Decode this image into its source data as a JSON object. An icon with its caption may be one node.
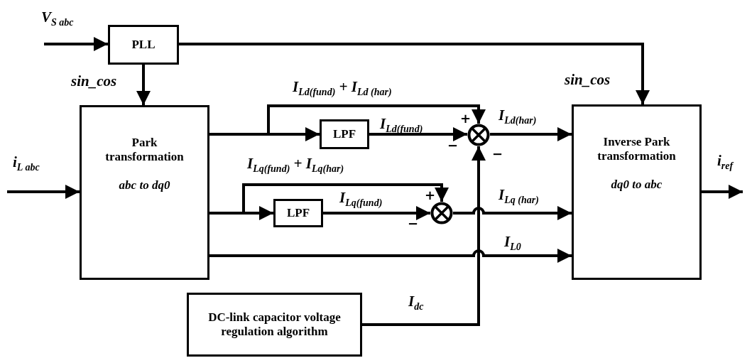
{
  "diagram": {
    "nodes": [
      {
        "text": [
          "PLL"
        ]
      },
      {
        "text": [
          "Park transformation",
          "abc to dq0"
        ]
      },
      {
        "text": [
          "LPF"
        ]
      },
      {
        "text": [],
        "shape": "circle"
      },
      {
        "text": [
          "LPF"
        ]
      },
      {
        "text": [],
        "shape": "circle"
      },
      {
        "text": [
          "Inverse Park transformation",
          "dq0 to abc"
        ]
      },
      {
        "text": [
          "DC-link capacitor voltage regulation algorithm"
        ]
      }
    ],
    "edges": [
      {
        "from": null,
        "to": 0,
        "arrow": "to",
        "label": "V$_{S abc}$"
      },
      {
        "from": 0,
        "to": 1,
        "arrow": "to",
        "label": "sin_cos"
      },
      {
        "from": 0,
        "to": 6,
        "arrow": "to",
        "label": "sin_cos"
      },
      {
        "from": null,
        "to": 1,
        "arrow": "to",
        "label": "i$_{L abc}$"
      },
      {
        "from": 1,
        "to": 2,
        "arrow": "to"
      },
      {
        "from": 1,
        "to": 3,
        "arrow": "to",
        "label": "I$_{Ld(fund)}$ + I$_{Ld (har)}$"
      },
      {
        "from": 2,
        "to": 3,
        "arrow": "to",
        "label": "I$_{Ld(fund)}$"
      },
      {
        "from": 3,
        "to": 6,
        "arrow": "to",
        "label": "I$_{Ld(har)}$"
      },
      {
        "from": 1,
        "to": 4,
        "arrow": "to"
      },
      {
        "from": 1,
        "to": 5,
        "arrow": "to",
        "label": "I$_{Lq(fund)}$ + I$_{Lq(har)}$"
      },
      {
        "from": 4,
        "to": 5,
        "arrow": "to",
        "label": "I$_{Lq(fund)}$"
      },
      {
        "from": 5,
        "to": 6,
        "arrow": "to",
        "label": "I$_{Lq (har)}$"
      },
      {
        "from": 1,
        "to": 6,
        "arrow": "to",
        "label": "I$_{L0}$"
      },
      {
        "from": 7,
        "to": 3,
        "arrow": "to",
        "label": "I$_{dc}$"
      },
      {
        "from": 6,
        "to": null,
        "arrow": "to",
        "label": "i$_{ref}$"
      }
    ],
    "labels": [
      "+",
      "−",
      "−",
      "+",
      "−"
    ]
  }
}
